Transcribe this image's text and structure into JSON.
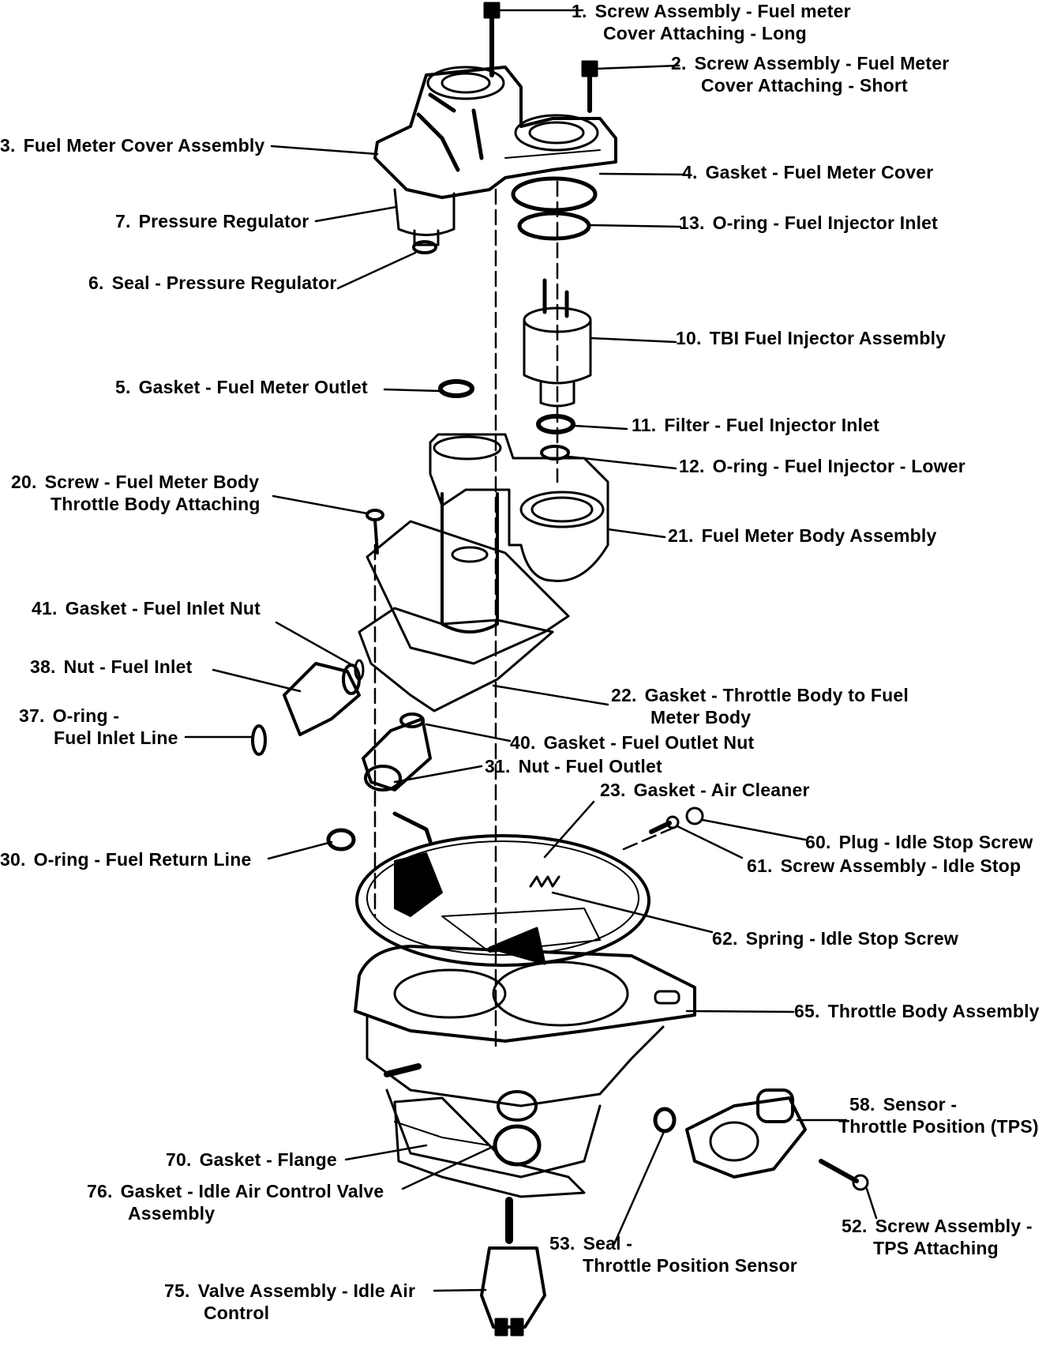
{
  "labels": [
    {
      "id": "1",
      "num": "1.",
      "line1": "Screw Assembly - Fuel meter",
      "line2": "Cover Attaching - Long"
    },
    {
      "id": "2",
      "num": "2.",
      "line1": "Screw Assembly - Fuel Meter",
      "line2": "Cover Attaching - Short"
    },
    {
      "id": "3",
      "num": "3.",
      "line1": "Fuel Meter Cover Assembly"
    },
    {
      "id": "4",
      "num": "4.",
      "line1": "Gasket - Fuel Meter Cover"
    },
    {
      "id": "13",
      "num": "13.",
      "line1": "O-ring - Fuel Injector Inlet"
    },
    {
      "id": "7",
      "num": "7.",
      "line1": "Pressure Regulator"
    },
    {
      "id": "6",
      "num": "6.",
      "line1": "Seal - Pressure Regulator"
    },
    {
      "id": "10",
      "num": "10.",
      "line1": "TBI Fuel Injector Assembly"
    },
    {
      "id": "5",
      "num": "5.",
      "line1": "Gasket - Fuel Meter Outlet"
    },
    {
      "id": "11",
      "num": "11.",
      "line1": "Filter - Fuel Injector Inlet"
    },
    {
      "id": "12",
      "num": "12.",
      "line1": "O-ring - Fuel Injector - Lower"
    },
    {
      "id": "20",
      "num": "20.",
      "line1": "Screw - Fuel Meter Body",
      "line2": "Throttle Body Attaching"
    },
    {
      "id": "21",
      "num": "21.",
      "line1": "Fuel Meter Body Assembly"
    },
    {
      "id": "41",
      "num": "41.",
      "line1": "Gasket - Fuel Inlet Nut"
    },
    {
      "id": "38",
      "num": "38.",
      "line1": "Nut - Fuel Inlet"
    },
    {
      "id": "22",
      "num": "22.",
      "line1": "Gasket - Throttle Body to Fuel",
      "line2": "Meter Body"
    },
    {
      "id": "37",
      "num": "37.",
      "line1": "O-ring -",
      "line2": "Fuel Inlet Line"
    },
    {
      "id": "40",
      "num": "40.",
      "line1": "Gasket - Fuel Outlet Nut"
    },
    {
      "id": "31",
      "num": "31.",
      "line1": "Nut - Fuel Outlet"
    },
    {
      "id": "23",
      "num": "23.",
      "line1": "Gasket - Air Cleaner"
    },
    {
      "id": "60",
      "num": "60.",
      "line1": "Plug - Idle Stop Screw"
    },
    {
      "id": "30",
      "num": "30.",
      "line1": "O-ring - Fuel Return Line"
    },
    {
      "id": "61",
      "num": "61.",
      "line1": "Screw Assembly - Idle Stop"
    },
    {
      "id": "62",
      "num": "62.",
      "line1": "Spring - Idle Stop Screw"
    },
    {
      "id": "65",
      "num": "65.",
      "line1": "Throttle Body Assembly"
    },
    {
      "id": "58",
      "num": "58.",
      "line1": "Sensor -",
      "line2": "Throttle Position (TPS)"
    },
    {
      "id": "70",
      "num": "70.",
      "line1": "Gasket - Flange"
    },
    {
      "id": "76",
      "num": "76.",
      "line1": "Gasket - Idle Air Control Valve",
      "line2": "Assembly"
    },
    {
      "id": "52",
      "num": "52.",
      "line1": "Screw Assembly -",
      "line2": "TPS Attaching"
    },
    {
      "id": "53",
      "num": "53.",
      "line1": "Seal -",
      "line2": "Throttle Position Sensor"
    },
    {
      "id": "75",
      "num": "75.",
      "line1": "Valve Assembly - Idle Air",
      "line2": "Control"
    }
  ]
}
